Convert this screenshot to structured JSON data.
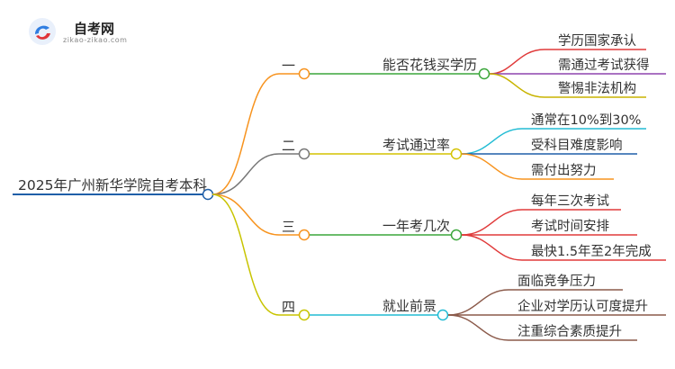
{
  "logo": {
    "title": "自考网",
    "subtitle": "zikao-zikao.com"
  },
  "mindmap": {
    "root": "2025年广州新华学院自考本科",
    "branches": [
      {
        "number": "一",
        "topic": "能否花钱买学历",
        "color": "#f7931e",
        "topic_color": "#3aa63a",
        "leaves": [
          {
            "text": "学历国家承认",
            "color": "#e03a3a"
          },
          {
            "text": "需通过考试获得",
            "color": "#8e44ad"
          },
          {
            "text": "警惕非法机构",
            "color": "#c8b400"
          }
        ]
      },
      {
        "number": "二",
        "topic": "考试通过率",
        "color": "#777777",
        "topic_color": "#d4c200",
        "leaves": [
          {
            "text": "通常在10%到30%",
            "color": "#22bcd4"
          },
          {
            "text": "受科目难度影响",
            "color": "#1f5fa8"
          },
          {
            "text": "需付出努力",
            "color": "#f7931e"
          }
        ]
      },
      {
        "number": "三",
        "topic": "一年考几次",
        "color": "#f7931e",
        "topic_color": "#3aa63a",
        "leaves": [
          {
            "text": "每年三次考试",
            "color": "#e03a3a"
          },
          {
            "text": "考试时间安排",
            "color": "#e03a3a"
          },
          {
            "text": "最快1.5年至2年完成",
            "color": "#e03a3a"
          }
        ]
      },
      {
        "number": "四",
        "topic": "就业前景",
        "color": "#c8c400",
        "topic_color": "#22bcd4",
        "leaves": [
          {
            "text": "面临竞争压力",
            "color": "#8b5a4a"
          },
          {
            "text": "企业对学历认可度提升",
            "color": "#8b5a4a"
          },
          {
            "text": "注重综合素质提升",
            "color": "#8b5a4a"
          }
        ]
      }
    ]
  },
  "colors": {
    "root_line": "#1f5fa8"
  }
}
